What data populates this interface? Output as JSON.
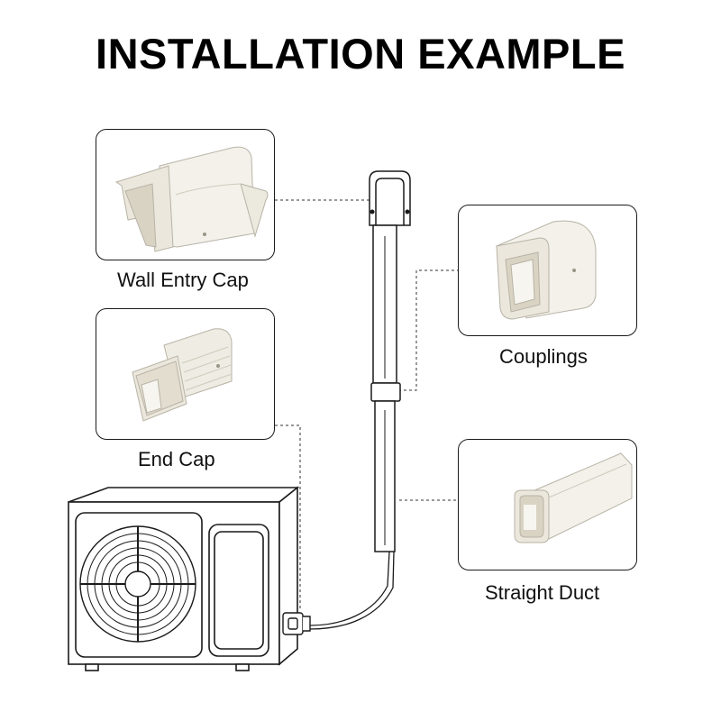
{
  "title": "INSTALLATION EXAMPLE",
  "parts": [
    {
      "id": "wall-entry-cap",
      "label": "Wall Entry Cap"
    },
    {
      "id": "end-cap",
      "label": "End Cap"
    },
    {
      "id": "couplings",
      "label": "Couplings"
    },
    {
      "id": "straight-duct",
      "label": "Straight Duct"
    }
  ],
  "colors": {
    "outline": "#1a1a1a",
    "plastic": "#f3f1ea",
    "plastic_shade": "#dcd8cc",
    "leader_line": "#333333"
  }
}
